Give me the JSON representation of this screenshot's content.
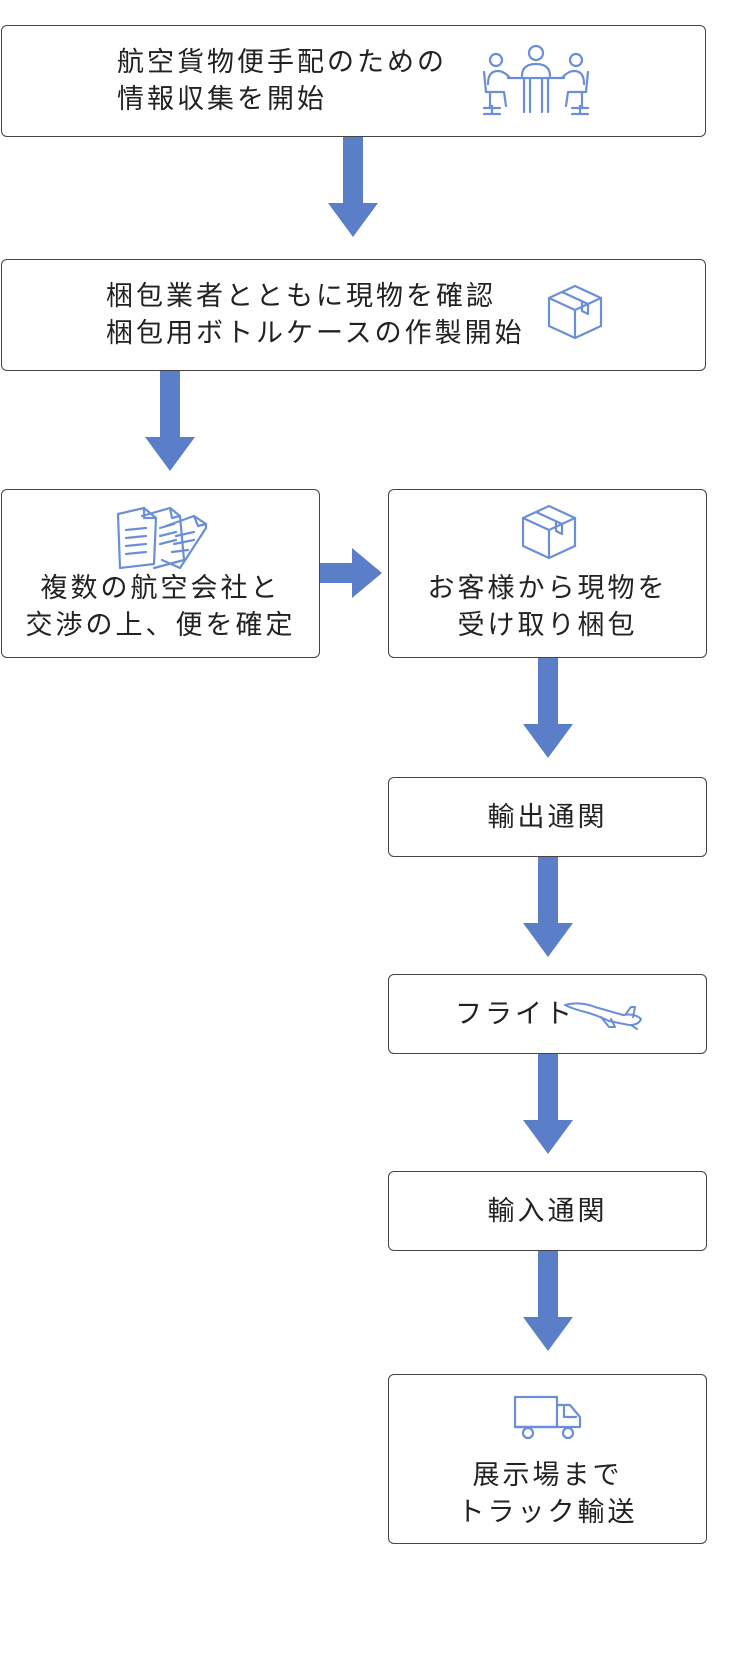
{
  "steps": {
    "info": {
      "line1": "航空貨物便手配のための",
      "line2": "情報収集を開始"
    },
    "packing_check": {
      "line1": "梱包業者とともに現物を確認",
      "line2": "梱包用ボトルケースの作製開始"
    },
    "airline": {
      "line1": "複数の航空会社と",
      "line2": "交渉の上、便を確定"
    },
    "receive": {
      "line1": "お客様から現物を",
      "line2": "受け取り梱包"
    },
    "export": {
      "label": "輸出通関"
    },
    "flight": {
      "label": "フライト"
    },
    "import": {
      "label": "輸入通関"
    },
    "truck": {
      "line1": "展示場まで",
      "line2": "トラック輸送"
    }
  },
  "colors": {
    "arrow": "#5b7ec8",
    "icon": "#6b8fd6",
    "border": "#444444"
  },
  "icons": [
    "meeting-icon",
    "box-icon",
    "documents-icon",
    "box-icon",
    "airplane-icon",
    "truck-icon"
  ]
}
